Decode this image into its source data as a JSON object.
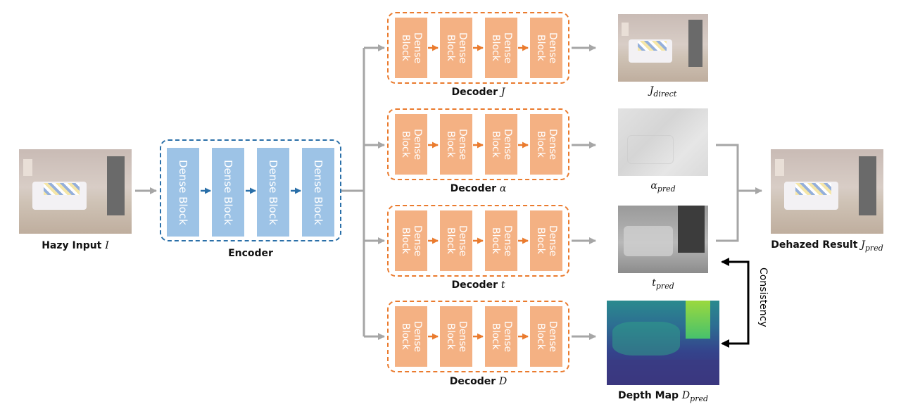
{
  "block_label": "Dense\nBlock",
  "encoder": {
    "label": "Encoder",
    "block_label": "Dense Block"
  },
  "input": {
    "label_text": "Hazy Input ",
    "label_var": "I"
  },
  "decoders": [
    {
      "label_text": "Decoder ",
      "label_var": "J"
    },
    {
      "label_text": "Decoder ",
      "label_var": "α"
    },
    {
      "label_text": "Decoder ",
      "label_var": "t"
    },
    {
      "label_text": "Decoder ",
      "label_var": "D"
    }
  ],
  "outputs": [
    {
      "var": "J",
      "sub": "direct"
    },
    {
      "var": "α",
      "sub": "pred"
    },
    {
      "var": "t",
      "sub": "pred"
    }
  ],
  "depth": {
    "label_text": "Depth Map ",
    "var": "D",
    "sub": "pred"
  },
  "result": {
    "label_text": "Dehazed Result ",
    "var": "J",
    "sub": "pred"
  },
  "consistency": "Consistency",
  "colors": {
    "encoder_block": "#9dc3e6",
    "decoder_block": "#f4b183",
    "encoder_border": "#2a6fa8",
    "decoder_border": "#ea7b2e",
    "connector": "#a6a6a6"
  }
}
